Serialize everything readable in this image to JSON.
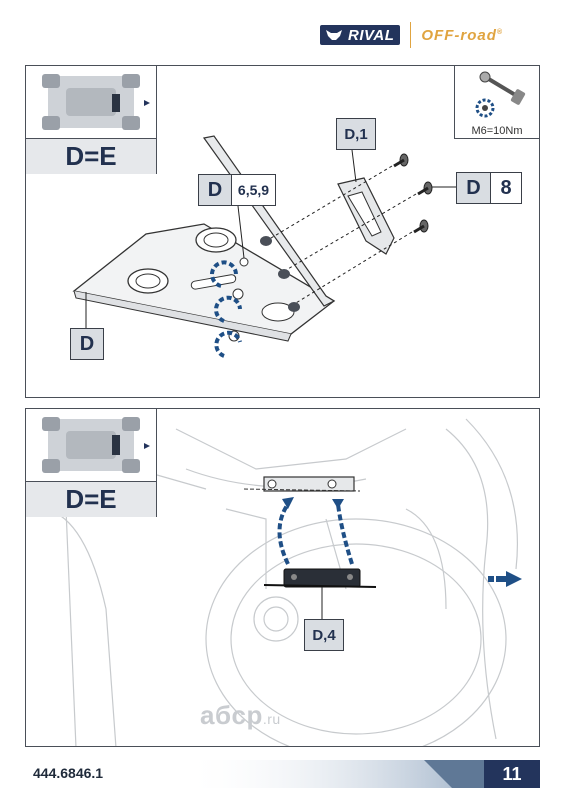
{
  "header": {
    "brand_rival": "RIVAL",
    "brand_offroad": "OFF-road",
    "brand_mark": "®"
  },
  "top_panel": {
    "view_label": "D=E",
    "torque": "M6=10Nm",
    "tags": {
      "part_d_hw": "D",
      "part_d_hw_items": "6,5,9",
      "part_d1": "D,1",
      "part_d8_letter": "D",
      "part_d8_num": "8",
      "part_d_plate": "D"
    }
  },
  "bottom_panel": {
    "view_label": "D=E",
    "tags": {
      "part_d4": "D,4"
    }
  },
  "watermark": {
    "main": "aбcp",
    "suffix": ".ru"
  },
  "footer": {
    "doc_number": "444.6846.1",
    "page_number": "11"
  },
  "colors": {
    "brand_navy": "#23345c",
    "brand_orange": "#e0a440",
    "arrow_blue": "#1f4f86"
  }
}
